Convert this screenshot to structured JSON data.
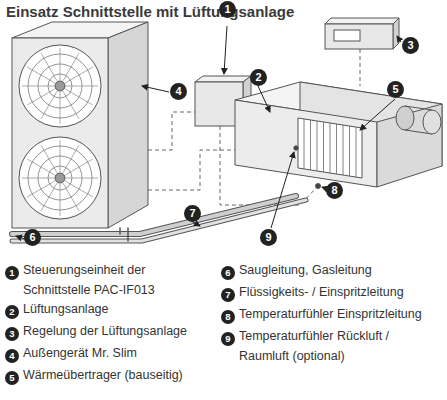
{
  "diagram": {
    "title": "Einsatz Schnittstelle mit Lüftungsanlage",
    "labels": [
      "1",
      "2",
      "3",
      "4",
      "5",
      "6",
      "7",
      "8",
      "9",
      "1",
      "Steuerungseinheit der Schnittstelle PAC-IF013",
      "2",
      "Lüftungsanlage",
      "3",
      "Regelung der Lüftungsanlage",
      "4",
      "Außengerät Mr. Slim",
      "5",
      "Wärmeübertrager (bauseitig)",
      "6",
      "Saugleitung, Gasleitung",
      "7",
      "Flüssigkeits- / Einspritzleitung",
      "8",
      "Temperaturfühler Einspritzleitung",
      "9",
      "Temperaturfühler Rückluft / Raumluft (optional)"
    ]
  }
}
